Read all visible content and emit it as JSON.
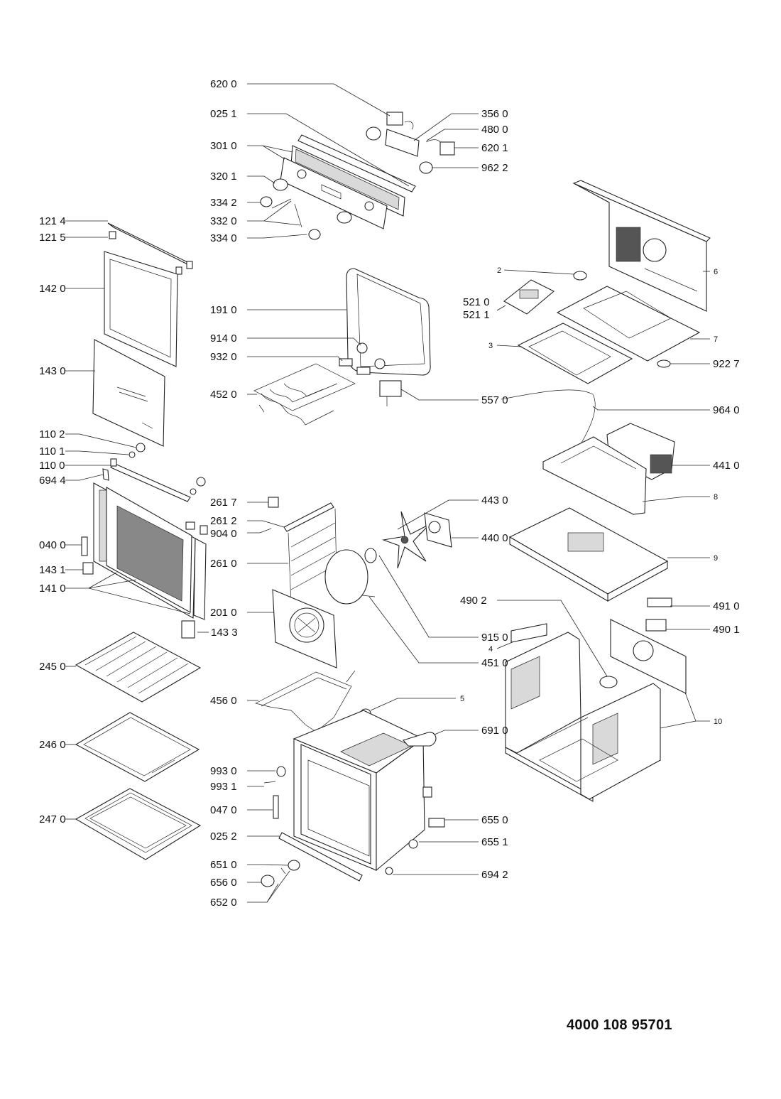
{
  "document_number": "4000 108 95701",
  "labels": {
    "l6200": "620 0",
    "l0251": "025 1",
    "l3010": "301 0",
    "l3201": "320 1",
    "l3342": "334 2",
    "l3320": "332 0",
    "l3340": "334 0",
    "l3560": "356 0",
    "l4800": "480 0",
    "l6201": "620 1",
    "l9622": "962 2",
    "l1214": "121 4",
    "l1215": "121 5",
    "l1420": "142 0",
    "l1430": "143 0",
    "l1102": "110 2",
    "l1101": "110 1",
    "l1100": "110 0",
    "l6944": "694 4",
    "l0400": "040 0",
    "l1431": "143 1",
    "l1410": "141 0",
    "l1433": "143 3",
    "l2450": "245 0",
    "l2460": "246 0",
    "l2470": "247 0",
    "l1910": "191 0",
    "l9140": "914 0",
    "l9320": "932 0",
    "l4520": "452 0",
    "l5570": "557 0",
    "l9640": "964 0",
    "l2617": "261 7",
    "l2612": "261 2",
    "l9040": "904 0",
    "l2610": "261 0",
    "l2010": "201 0",
    "l4430": "443 0",
    "l4400": "440 0",
    "l9150": "915 0",
    "l4510": "451 0",
    "l4560": "456 0",
    "l5": "5",
    "l6910": "691 0",
    "l9930": "993 0",
    "l9931": "993 1",
    "l0470": "047 0",
    "l0252": "025 2",
    "l6550": "655 0",
    "l6551": "655 1",
    "l6942": "694 2",
    "l6510": "651 0",
    "l6560": "656 0",
    "l6520": "652 0",
    "l2": "2",
    "l6": "6",
    "l5210": "521 0",
    "l5211": "521 1",
    "l7": "7",
    "l3": "3",
    "l9227": "922 7",
    "l4410": "441 0",
    "l8": "8",
    "l9": "9",
    "l4902": "490 2",
    "l4910": "491 0",
    "l4901": "490 1",
    "l4": "4",
    "l10": "10"
  }
}
